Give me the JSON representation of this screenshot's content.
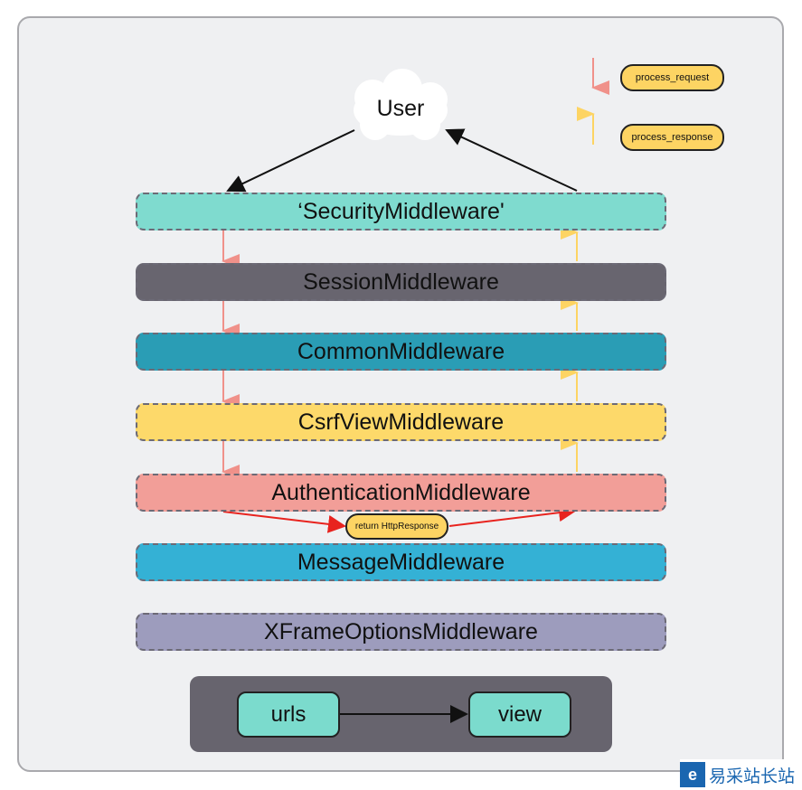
{
  "user_label": "User",
  "legend": {
    "request": "process_request",
    "response": "process_response",
    "request_color": "#f0918a",
    "response_color": "#fdd463"
  },
  "middlewares": [
    {
      "label": "‘SecurityMiddleware'",
      "color": "#7fdbcf"
    },
    {
      "label": "SessionMiddleware",
      "color": "#68656f"
    },
    {
      "label": "CommonMiddleware",
      "color": "#2a9db5"
    },
    {
      "label": "CsrfViewMiddleware",
      "color": "#fdd96a"
    },
    {
      "label": "AuthenticationMiddleware",
      "color": "#f29e98"
    },
    {
      "label": "MessageMiddleware",
      "color": "#34b1d5"
    },
    {
      "label": "XFrameOptionsMiddleware",
      "color": "#9d9cbd"
    }
  ],
  "shortcut_label": "return HttpResponse",
  "routing": {
    "urls": "urls",
    "view": "view"
  },
  "watermark": "易采站长站"
}
